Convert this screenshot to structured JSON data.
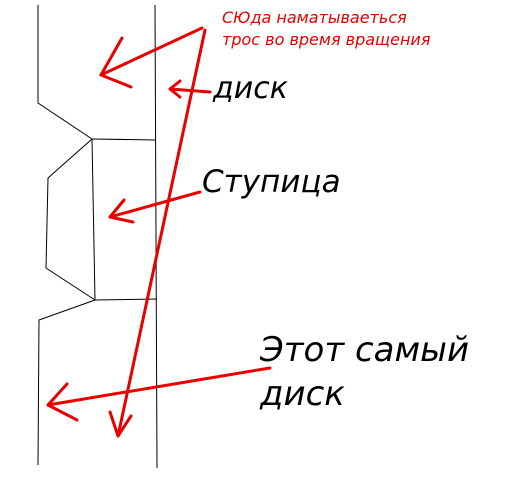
{
  "annotations": {
    "note_line1": "СЮда наматываеться",
    "note_line2": "трос во время вращения",
    "disk": "диск",
    "hub": "Ступица",
    "same_disk_line1": "Этот самый",
    "same_disk_line2": "диск"
  },
  "colors": {
    "outline": "#000000",
    "arrows": "#e60000",
    "background": "#ffffff"
  }
}
